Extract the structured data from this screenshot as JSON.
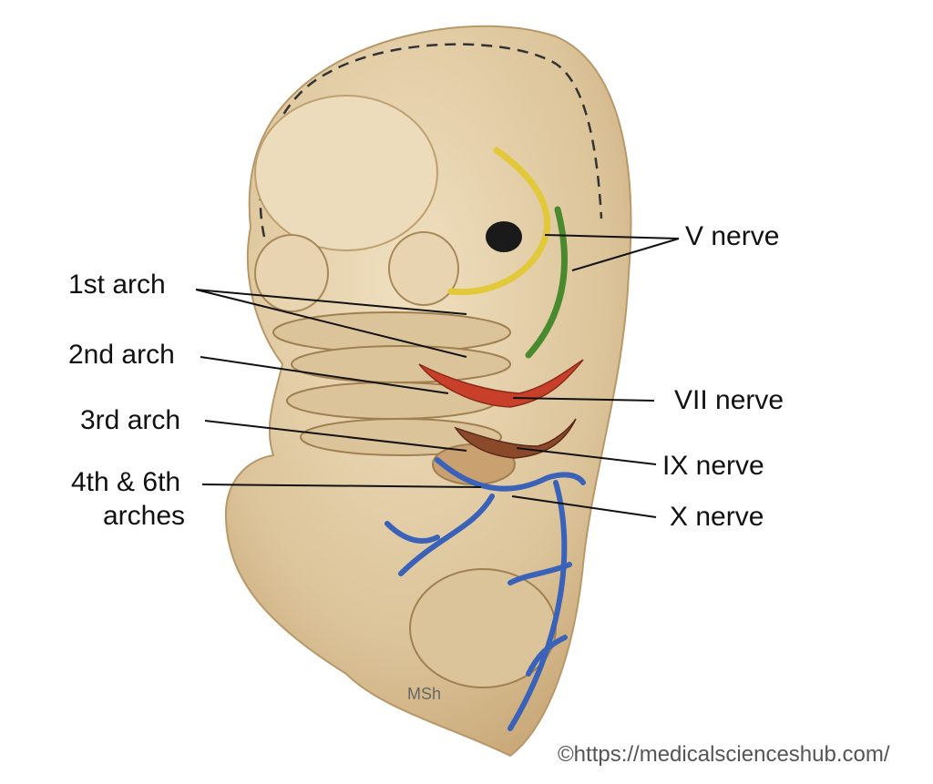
{
  "left_labels": {
    "arch1": "1st arch",
    "arch2": "2nd arch",
    "arch3": "3rd arch",
    "arch46_line1": "4th & 6th",
    "arch46_line2": "arches"
  },
  "right_labels": {
    "nerve_v": "V nerve",
    "nerve_vii": "VII nerve",
    "nerve_ix": "IX nerve",
    "nerve_x": "X nerve"
  },
  "artist_signature": "MSh",
  "copyright": "©https://medicalscienceshub.com/",
  "colors": {
    "skin": "#e3cfa8",
    "nerve_v": "#e2c93a",
    "nerve_v_branch": "#4a8a2e",
    "nerve_vii": "#c8402a",
    "nerve_ix": "#8a4a2a",
    "nerve_x": "#3a62b8"
  }
}
